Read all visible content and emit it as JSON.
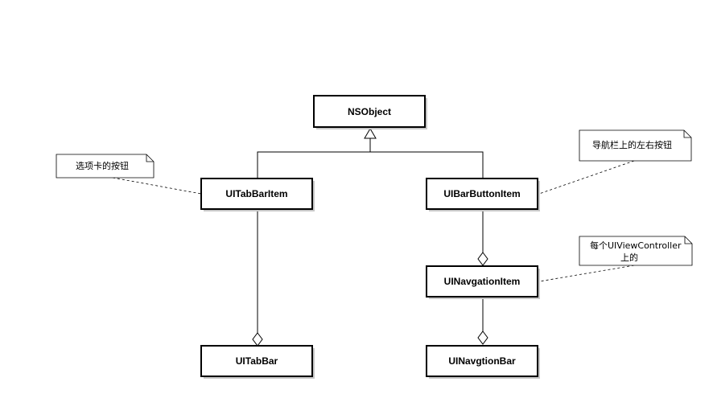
{
  "classes": {
    "nsobject": "NSObject",
    "uitabbaritem": "UITabBarItem",
    "uibarbuttonitem": "UIBarButtonItem",
    "uinavigationitem": "UINavgationItem",
    "uitabbar": "UITabBar",
    "uinavigationbar": "UINavgtionBar"
  },
  "notes": {
    "tab_note": "选项卡的按钮",
    "nav_note": "导航栏上的左右按钮",
    "vc_note_line1": "每个UIViewController",
    "vc_note_line2": "上的"
  }
}
